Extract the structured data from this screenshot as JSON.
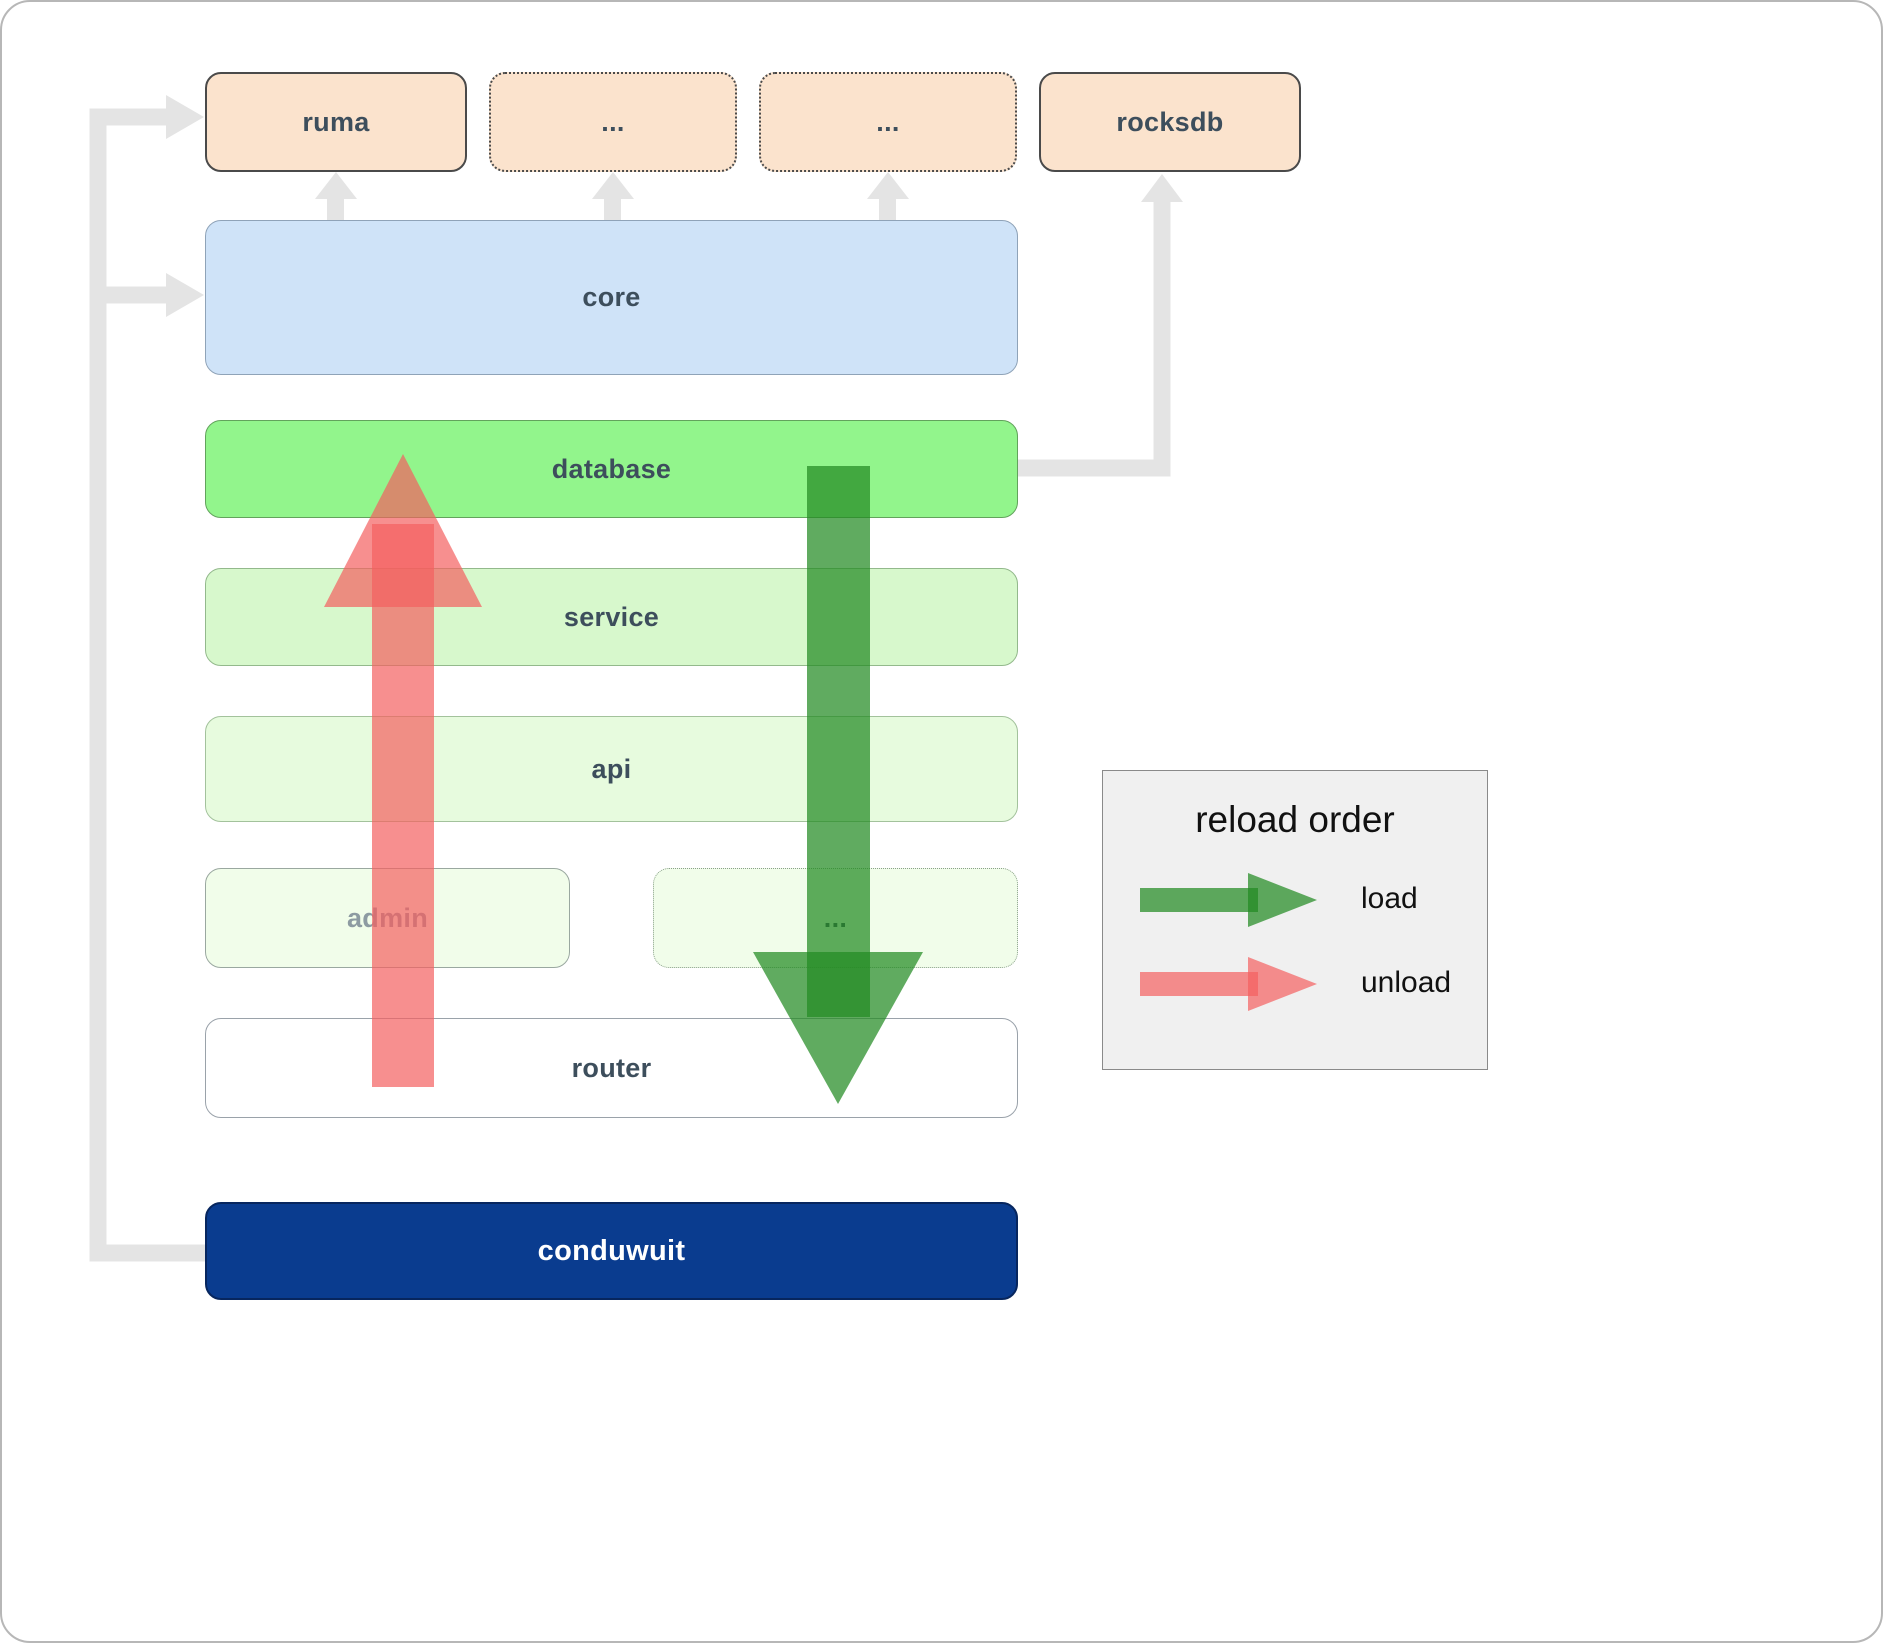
{
  "boxes": {
    "ruma": "ruma",
    "dots_top_1": "...",
    "dots_top_2": "...",
    "rocksdb": "rocksdb",
    "core": "core",
    "database": "database",
    "service": "service",
    "api": "api",
    "admin": "admin",
    "dots_mid": "...",
    "router": "router",
    "conduwuit": "conduwuit"
  },
  "legend": {
    "title": "reload order",
    "load": "load",
    "unload": "unload"
  },
  "colors": {
    "peach": "#fbe3cd",
    "blue": "#cfe3f8",
    "green-bright": "#92f58c",
    "green-mid": "#d7f8cc",
    "green-light": "#e7fbde",
    "green-pale": "#f1fdea",
    "navy": "#0a3c8f",
    "gray-arrow": "#e4e4e4",
    "load-green": "#228b22",
    "unload-red": "#f46060"
  }
}
